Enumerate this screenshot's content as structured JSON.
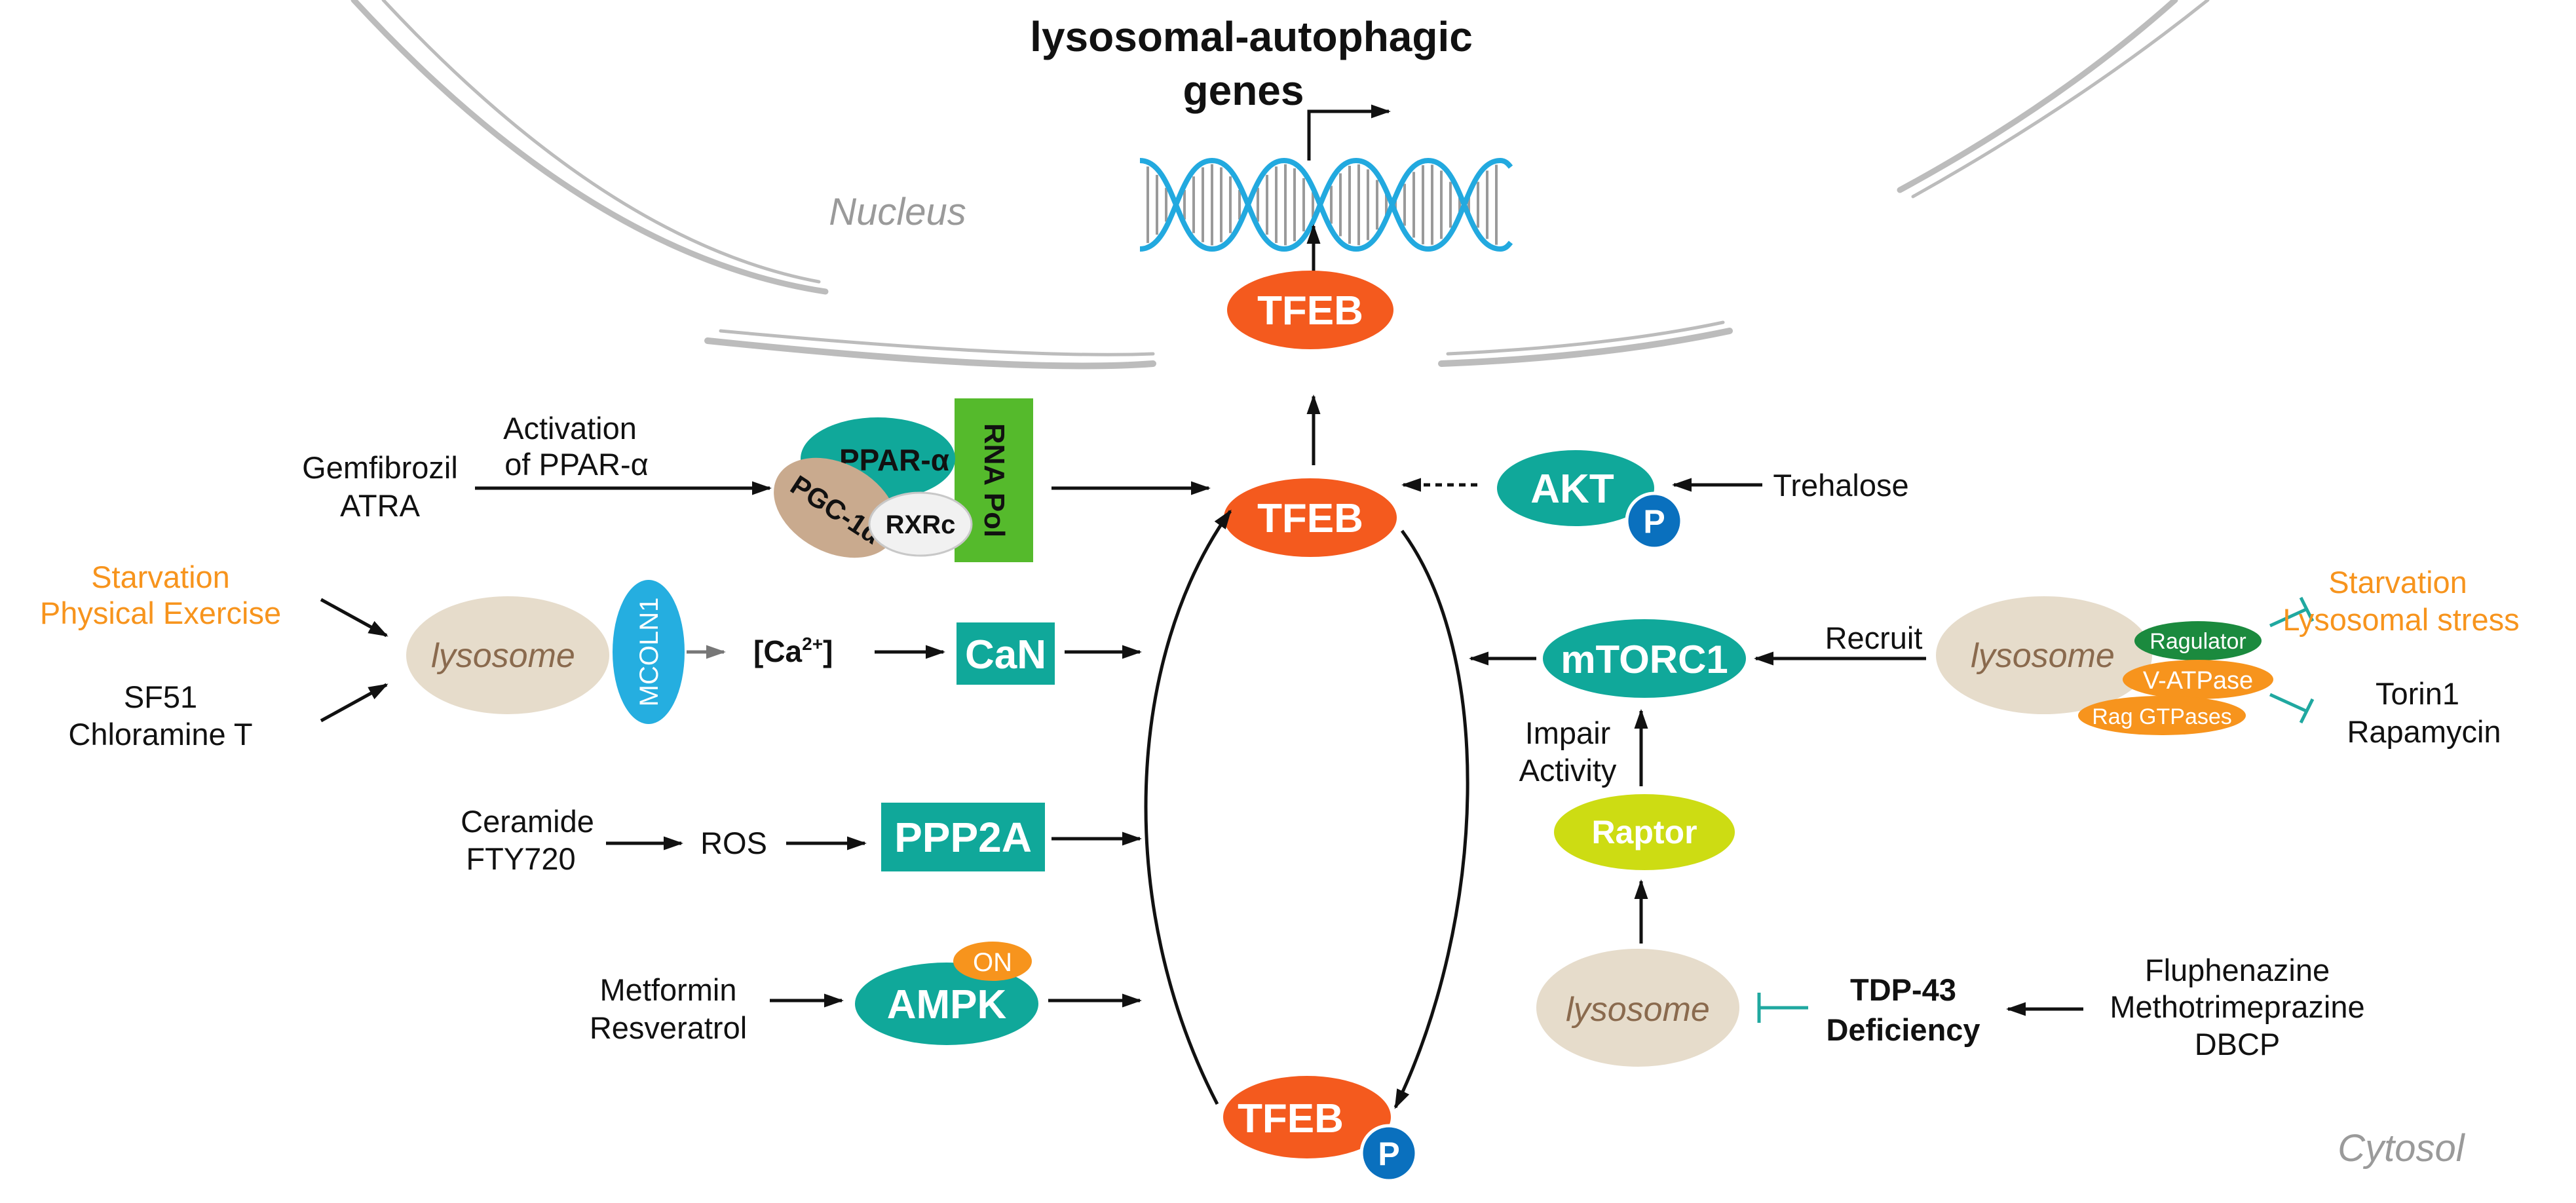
{
  "title": {
    "line1": "lysosomal-autophagic",
    "line2": "genes"
  },
  "regions": {
    "nucleus": "Nucleus",
    "cytosol": "Cytosol"
  },
  "nodes": {
    "tfeb_nuclear": "TFEB",
    "tfeb_main": "TFEB",
    "tfeb_phos": "TFEB",
    "p_badge": "P",
    "ppar": "PPAR-α",
    "rna_pol": "RNA Pol",
    "pgc": "PGC-1α",
    "rxrc": "RXRc",
    "akt": "AKT",
    "mcoln1": "MCOLN1",
    "lysosome": "lysosome",
    "can": "CaN",
    "ppp2a": "PPP2A",
    "ampk": "AMPK",
    "on": "ON",
    "mtorc1": "mTORC1",
    "raptor": "Raptor",
    "ragulator": "Ragulator",
    "vatpase": "V-ATPase",
    "rag_gtpases": "Rag GTPases",
    "ca": "[Ca",
    "ca_sup": "2+",
    "ca_close": "]"
  },
  "labels": {
    "activation_1": "Activation",
    "activation_2": "of PPAR-α",
    "gemfibrozil": "Gemfibrozil",
    "atra": "ATRA",
    "trehalose": "Trehalose",
    "starvation_left": "Starvation",
    "physical_exercise": "Physical Exercise",
    "sf51": "SF51",
    "chloramine": "Chloramine T",
    "ceramide": "Ceramide",
    "fty720": "FTY720",
    "ros": "ROS",
    "metformin": "Metformin",
    "resveratrol": "Resveratrol",
    "recruit": "Recruit",
    "impair_1": "Impair",
    "impair_2": "Activity",
    "starvation_right": "Starvation",
    "lysosomal_stress": "Lysosomal stress",
    "torin1": "Torin1",
    "rapamycin": "Rapamycin",
    "tdp43_1": "TDP-43",
    "tdp43_2": "Deficiency",
    "fluphenazine": "Fluphenazine",
    "methotrimeprazine": "Methotrimeprazine",
    "dbcp": "DBCP"
  },
  "colors": {
    "tfeb": "#f45a1e",
    "teal": "#10a89a",
    "phospho": "#0a70be",
    "orange_text": "#f7941d",
    "lysosome": "#e6dccb",
    "mcoln1": "#25aee0",
    "rna_pol": "#55ba2c",
    "pgc": "#c9aa8e",
    "raptor": "#cddc13",
    "ragulator": "#1b8a3e",
    "v_atpase": "#f7941d",
    "inhibit": "#20a8a0",
    "dna": "#22a9df",
    "membrane": "#b9b9b9"
  }
}
